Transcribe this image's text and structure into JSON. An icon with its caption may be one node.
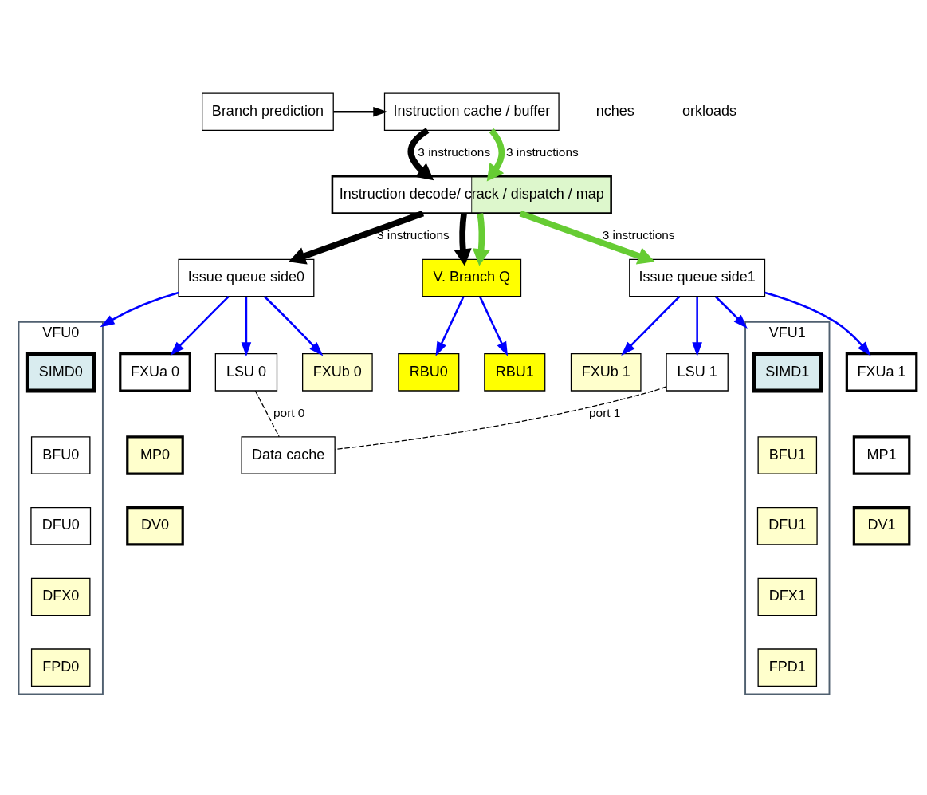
{
  "diagram": {
    "nodes": [
      {
        "text": [
          "Branch prediction"
        ]
      },
      {
        "text": [
          "Instruction cache / buffer"
        ]
      },
      {
        "text": [
          "Instruction decode/ crack / dispatch / map"
        ]
      },
      {
        "text": [
          "Issue queue side0"
        ]
      },
      {
        "text": [
          "V. Branch Q"
        ]
      },
      {
        "text": [
          "Issue queue side1"
        ]
      },
      {
        "text": [
          "RBU0"
        ]
      },
      {
        "text": [
          "RBU1"
        ]
      },
      {
        "text": [
          "LSU 0"
        ]
      },
      {
        "text": [
          "FXUb 0"
        ]
      },
      {
        "text": [
          "FXUa 0"
        ]
      },
      {
        "text": [
          "MP0"
        ]
      },
      {
        "text": [
          "DV0"
        ]
      },
      {
        "text": [
          "VFU0"
        ]
      },
      {
        "text": [
          "SIMD0"
        ],
        "in": 13
      },
      {
        "text": [
          "BFU0"
        ],
        "in": 13
      },
      {
        "text": [
          "DFU0"
        ],
        "in": 13
      },
      {
        "text": [
          "DFX0"
        ],
        "in": 13
      },
      {
        "text": [
          "FPD0"
        ],
        "in": 13
      },
      {
        "text": [
          "VFU1"
        ]
      },
      {
        "text": [
          "SIMD1"
        ],
        "in": 19
      },
      {
        "text": [
          "BFU1"
        ],
        "in": 19
      },
      {
        "text": [
          "DFU1"
        ],
        "in": 19
      },
      {
        "text": [
          "DFX1"
        ],
        "in": 19
      },
      {
        "text": [
          "FPD1"
        ],
        "in": 19
      },
      {
        "text": [
          "FXUa 1"
        ]
      },
      {
        "text": [
          "FXUb 1"
        ]
      },
      {
        "text": [
          "LSU 1"
        ]
      },
      {
        "text": [
          "MP1"
        ]
      },
      {
        "text": [
          "DV1"
        ]
      },
      {
        "text": [
          "Data cache"
        ]
      }
    ],
    "edges": [
      {
        "from": 0,
        "to": 1,
        "arrow": "to",
        "color": "#000000"
      },
      {
        "from": 1,
        "to": 2,
        "arrow": "to",
        "label": "3 instructions",
        "style": "thick",
        "color": "#000000"
      },
      {
        "from": 1,
        "to": 2,
        "arrow": "to",
        "label": "3 instructions",
        "style": "thick",
        "color": "#66cc33"
      },
      {
        "from": 2,
        "to": 3,
        "arrow": "to",
        "label": "3 instructions",
        "style": "thick",
        "color": "#000000"
      },
      {
        "from": 2,
        "to": 4,
        "arrow": "to",
        "style": "thick",
        "color": "#000000"
      },
      {
        "from": 2,
        "to": 4,
        "arrow": "to",
        "style": "thick",
        "color": "#66cc33"
      },
      {
        "from": 2,
        "to": 5,
        "arrow": "to",
        "label": "3 instructions",
        "style": "thick",
        "color": "#66cc33"
      },
      {
        "from": 3,
        "to": 8,
        "arrow": "to"
      },
      {
        "from": 3,
        "to": 9,
        "arrow": "to"
      },
      {
        "from": 3,
        "to": 10,
        "arrow": "to"
      },
      {
        "from": 3,
        "to": 13,
        "arrow": "to"
      },
      {
        "from": 4,
        "to": 6,
        "arrow": "to"
      },
      {
        "from": 4,
        "to": 7,
        "arrow": "to"
      },
      {
        "from": 5,
        "to": 19,
        "arrow": "to"
      },
      {
        "from": 5,
        "to": 25,
        "arrow": "to"
      },
      {
        "from": 5,
        "to": 26,
        "arrow": "to"
      },
      {
        "from": 5,
        "to": 27,
        "arrow": "to"
      },
      {
        "from": 8,
        "to": 30,
        "arrow": "none",
        "label": "port 0",
        "style": "dashed",
        "color": "#000000"
      },
      {
        "from": 27,
        "to": 30,
        "arrow": "none",
        "label": "port 1",
        "style": "dashed",
        "color": "#000000"
      }
    ],
    "labels": [
      "nches",
      "orkloads"
    ]
  }
}
